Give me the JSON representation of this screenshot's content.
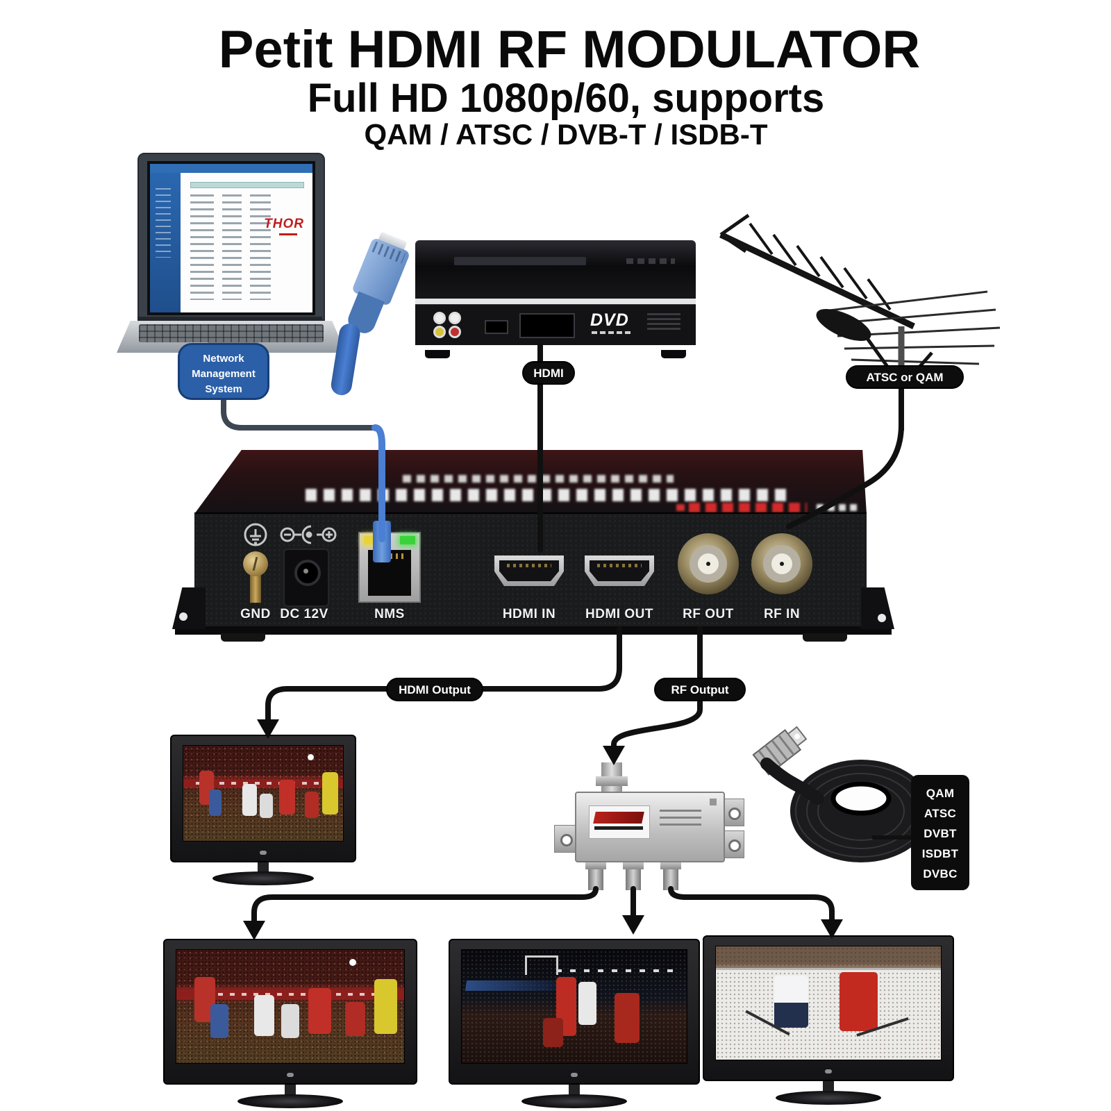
{
  "title": {
    "line1": "Petit HDMI RF MODULATOR",
    "line2": "Full HD 1080p/60, supports",
    "line3": "QAM / ATSC / DVB-T / ISDB-T"
  },
  "laptop": {
    "screen_logo": "THOR"
  },
  "dvd_player": {
    "logo": "DVD"
  },
  "callouts": {
    "nms": {
      "lines": [
        "Network",
        "Management",
        "System"
      ]
    },
    "hdmi": "HDMI",
    "atsc_qam": "ATSC or QAM",
    "hdmi_output": "HDMI Output",
    "rf_output": "RF Output"
  },
  "device": {
    "ports": [
      {
        "label": "GND"
      },
      {
        "label": "DC 12V"
      },
      {
        "label": "NMS"
      },
      {
        "label": "HDMI IN"
      },
      {
        "label": "HDMI OUT"
      },
      {
        "label": "RF OUT"
      },
      {
        "label": "RF IN"
      }
    ]
  },
  "standards_box": {
    "items": [
      "QAM",
      "ATSC",
      "DVBT",
      "ISDBT",
      "DVBC"
    ]
  },
  "colors": {
    "callout_blue": "#2b5fa8",
    "pill_black": "#0d0d0d",
    "logo_red": "#c01d1d",
    "cable_blue": "#4a7fd4"
  }
}
